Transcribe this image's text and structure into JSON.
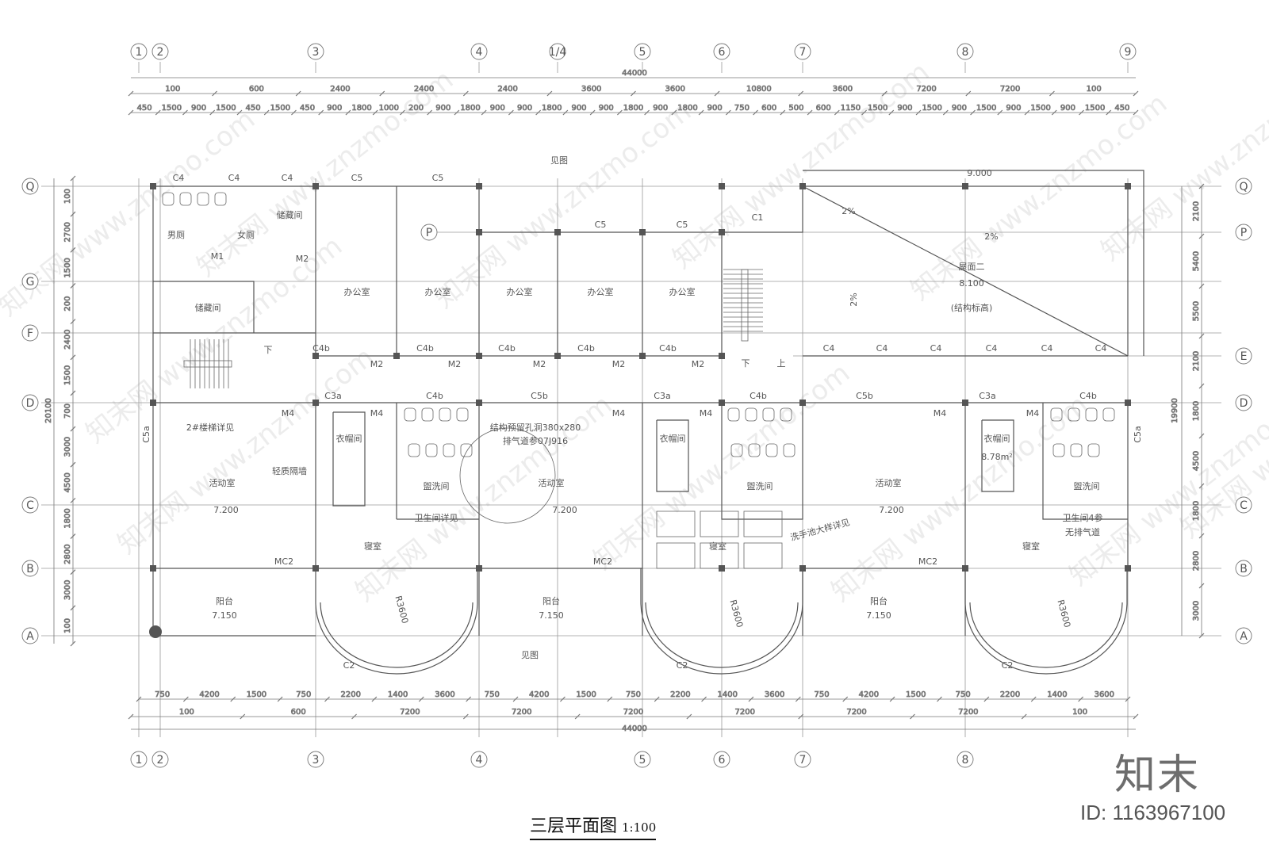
{
  "drawing": {
    "title": "三层平面图",
    "scale": "1:100",
    "watermark_brand": "知末",
    "id_label": "ID: 1163967100",
    "watermark_text": "知末网 www.znzmo.com"
  },
  "axes_top": [
    "1",
    "2",
    "3",
    "4",
    "1/4",
    "5",
    "6",
    "7",
    "8",
    "9"
  ],
  "axes_bottom": [
    "1",
    "2",
    "3",
    "4",
    "5",
    "6",
    "7",
    "8"
  ],
  "axes_left": [
    "Q",
    "G",
    "F",
    "D",
    "C",
    "B",
    "A"
  ],
  "axes_right": [
    "Q",
    "P",
    "E",
    "D",
    "C",
    "B",
    "A"
  ],
  "axis_p_left": "P",
  "dims": {
    "top_total": "44000",
    "bottom_total": "44000",
    "top_row1": [
      "100",
      "600",
      "2400",
      "2400",
      "2400",
      "3600",
      "3600",
      "10800",
      "3600",
      "7200",
      "7200",
      "100"
    ],
    "top_row2": [
      "450",
      "1500",
      "900",
      "1500",
      "450",
      "1500",
      "450",
      "900",
      "1800",
      "1000",
      "200",
      "900",
      "1800",
      "900",
      "900",
      "1800",
      "900",
      "900",
      "1800",
      "900",
      "1800",
      "900",
      "750",
      "600",
      "500",
      "600",
      "1150",
      "1500",
      "900",
      "1500",
      "900",
      "1500",
      "900",
      "1500",
      "900",
      "1500",
      "450"
    ],
    "bottom_row1": [
      "750",
      "4200",
      "1500",
      "750",
      "2200",
      "1400",
      "3600",
      "750",
      "4200",
      "1500",
      "750",
      "2200",
      "1400",
      "3600",
      "750",
      "4200",
      "1500",
      "750",
      "2200",
      "1400",
      "3600"
    ],
    "bottom_row2": [
      "100",
      "600",
      "7200",
      "7200",
      "7200",
      "7200",
      "7200",
      "7200",
      "100"
    ],
    "left_total": "20100",
    "left": [
      "100",
      "2700",
      "1500",
      "200",
      "2400",
      "1500",
      "700",
      "3000",
      "4500",
      "1800",
      "2800",
      "3000",
      "100"
    ],
    "right_total": "19900",
    "right": [
      "2100",
      "5400",
      "5500",
      "2100",
      "1800",
      "4500",
      "1800",
      "2800",
      "3000"
    ]
  },
  "rooms": {
    "mens_wc": "男厕",
    "womens_wc": "女厕",
    "storage_1": "储藏间",
    "storage_2": "储藏间",
    "office": "办公室",
    "activity": "活动室",
    "cloakroom": "衣帽间",
    "cloakroom_area": "8.78m²",
    "washroom": "盥洗间",
    "bedroom": "寝室",
    "balcony": "阳台",
    "roof": "屋面二",
    "roof_level": "8.100",
    "roof_note": "(结构标高)"
  },
  "levels": {
    "floor": "7.200",
    "balcony": "7.150"
  },
  "notes": {
    "stair_detail": "2#楼梯详见",
    "light_wall": "轻质隔墙",
    "wc_detail": "卫生间详见",
    "duct_note_1": "结构预留孔洞380x280",
    "duct_note_2": "排气道参07J916",
    "wc_note_1": "卫生间4参",
    "wc_note_2": "无排气道",
    "sink_detail": "洗手池大样详见",
    "see_fig": "见图",
    "slope": "2%",
    "up": "上",
    "down": "下",
    "radius": "R3600",
    "dim_9000": "9.000"
  },
  "tags": {
    "c4": "C4",
    "c5": "C5",
    "c4b": "C4b",
    "c5b": "C5b",
    "c3a": "C3a",
    "c5a": "C5a",
    "c1": "C1",
    "c2": "C2",
    "m1": "M1",
    "m2": "M2",
    "m4": "M4",
    "mc2": "MC2"
  }
}
